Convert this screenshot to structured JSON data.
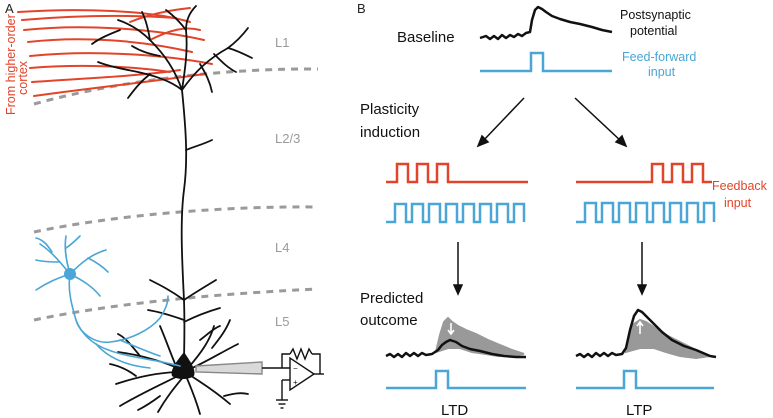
{
  "colors": {
    "feedforward": "#4aa6d6",
    "feedback": "#e2442b",
    "neuron": "#111111",
    "layer_boundary": "#9a9a9a",
    "layer_label": "#9a9a9a",
    "potential_shadow": "#999999"
  },
  "panel_a": {
    "letter": "A",
    "axon_label": "From higher-order cortex",
    "axon_label_line1": "From higher-order",
    "axon_label_line2": "cortex",
    "layers": [
      "L1",
      "L2/3",
      "L4",
      "L5"
    ],
    "icons": [
      "pyramidal-neuron-icon",
      "interneuron-icon",
      "amplifier-icon",
      "ground-icon"
    ]
  },
  "panel_b": {
    "letter": "B",
    "baseline_label": "Baseline",
    "postsynaptic_label_line1": "Postsynaptic",
    "postsynaptic_label_line2": "potential",
    "feedforward_label_line1": "Feed-forward",
    "feedforward_label_line2": "input",
    "plasticity_label_line1": "Plasticity",
    "plasticity_label_line2": "induction",
    "feedback_label_line1": "Feedback",
    "feedback_label_line2": "input",
    "predicted_label_line1": "Predicted",
    "predicted_label_line2": "outcome",
    "ltd_label": "LTD",
    "ltp_label": "LTP"
  }
}
